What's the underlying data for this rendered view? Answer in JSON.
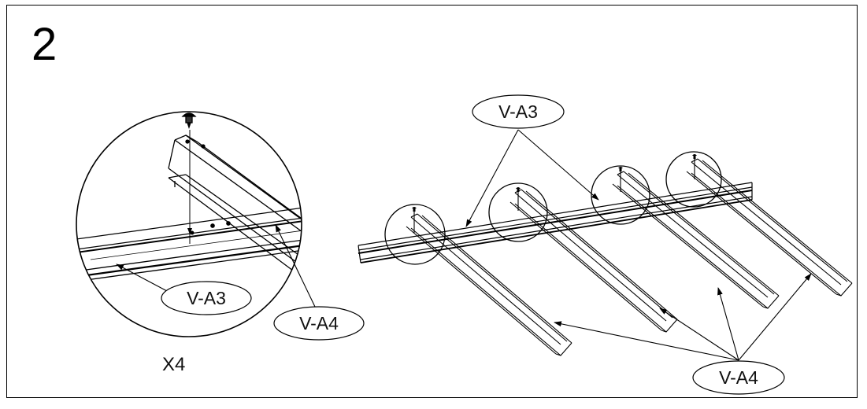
{
  "step": {
    "number": "2"
  },
  "detail": {
    "quantity": "X4",
    "callouts": [
      {
        "label": "V-A3"
      },
      {
        "label": "V-A4"
      }
    ]
  },
  "overview": {
    "callouts": [
      {
        "label": "V-A3"
      },
      {
        "label": "V-A4"
      }
    ],
    "sub_rail_count": 4
  },
  "colors": {
    "line": "#000000",
    "background": "#ffffff"
  }
}
